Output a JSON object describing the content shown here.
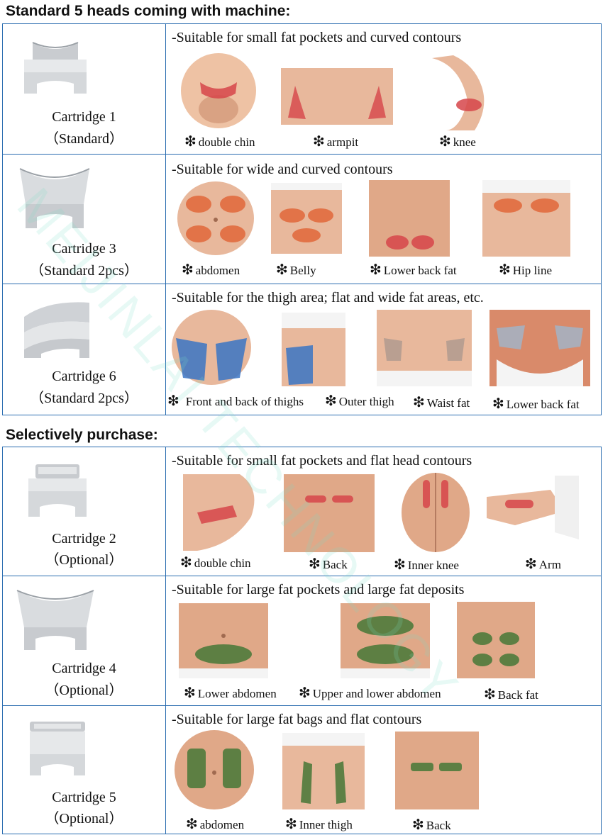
{
  "heading_standard": "Standard 5 heads coming with machine:",
  "heading_optional": "Selectively purchase:",
  "watermark": "MEIJINLAI TECHNOLOGY",
  "star": "❇",
  "rows": [
    {
      "cartridge": "Cartridge 1",
      "type": "（Standard）",
      "suitable": "-Suitable for small fat pockets and curved contours",
      "items": [
        {
          "label": "double chin"
        },
        {
          "label": "armpit"
        },
        {
          "label": "knee"
        }
      ]
    },
    {
      "cartridge": "Cartridge 3",
      "type": "（Standard 2pcs）",
      "suitable": "-Suitable for wide and curved contours",
      "items": [
        {
          "label": "abdomen"
        },
        {
          "label": "Belly"
        },
        {
          "label": "Lower back fat"
        },
        {
          "label": "Hip line"
        }
      ]
    },
    {
      "cartridge": "Cartridge 6",
      "type": "（Standard 2pcs）",
      "suitable": "-Suitable for the thigh area; flat and wide fat areas, etc.",
      "items": [
        {
          "label": "Front and back of thighs"
        },
        {
          "label": "Outer thigh"
        },
        {
          "label": "Waist fat"
        },
        {
          "label": "Lower back fat"
        }
      ]
    },
    {
      "cartridge": "Cartridge 2",
      "type": "（Optional）",
      "suitable": "-Suitable for small fat pockets and flat head contours",
      "items": [
        {
          "label": "double chin"
        },
        {
          "label": "Back"
        },
        {
          "label": "Inner knee"
        },
        {
          "label": "Arm"
        }
      ]
    },
    {
      "cartridge": "Cartridge 4",
      "type": "（Optional）",
      "suitable": "-Suitable for large fat pockets and large fat deposits",
      "items": [
        {
          "label": "Lower abdomen"
        },
        {
          "label": "Upper and lower abdomen"
        },
        {
          "label": "Back fat"
        }
      ]
    },
    {
      "cartridge": "Cartridge 5",
      "type": "（Optional）",
      "suitable": "-Suitable for large fat bags and flat contours",
      "items": [
        {
          "label": "abdomen"
        },
        {
          "label": "Inner thigh"
        },
        {
          "label": "Back"
        }
      ]
    }
  ],
  "colors": {
    "border": "#2a6cb0",
    "skin": "#e9b89b",
    "red_zone": "#d6454a",
    "orange_zone": "#e0663a",
    "blue_zone": "#3a74c4",
    "green_zone": "#4f7a3c"
  }
}
